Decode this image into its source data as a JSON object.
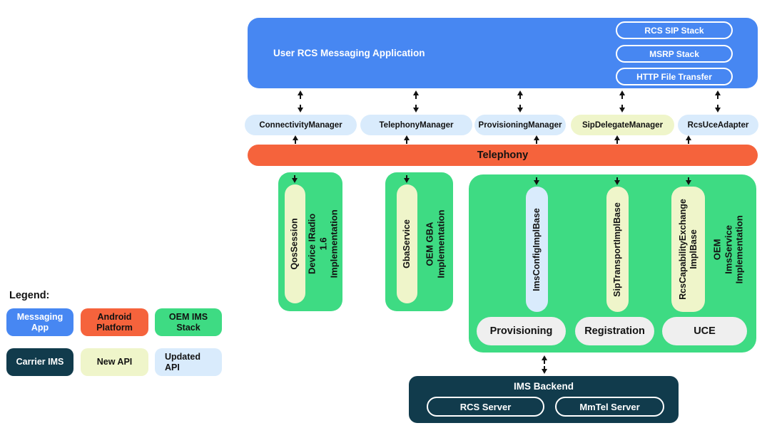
{
  "colors": {
    "messaging_app_blue": "#4787F2",
    "android_platform_orange": "#F5633C",
    "oem_ims_green": "#3EDB83",
    "carrier_ims_dark": "#113B4C",
    "new_api_yellow": "#EFF5CA",
    "updated_api_blue": "#D9EBFC",
    "function_pill_gray": "#EFEFEF"
  },
  "app": {
    "title": "User RCS Messaging Application",
    "stacks": [
      "RCS SIP Stack",
      "MSRP Stack",
      "HTTP File Transfer"
    ]
  },
  "managers": [
    {
      "label": "ConnectivityManager",
      "type": "updated"
    },
    {
      "label": "TelephonyManager",
      "type": "updated"
    },
    {
      "label": "ProvisioningManager",
      "type": "updated"
    },
    {
      "label": "SipDelegateManager",
      "type": "new"
    },
    {
      "label": "RcsUceAdapter",
      "type": "updated"
    }
  ],
  "telephony": {
    "label": "Telephony"
  },
  "device_radio_box": {
    "api_pill": "QosSession",
    "impl_label": "Device IRadio 1.6\nImplementation"
  },
  "gba_box": {
    "api_pill": "GbaService",
    "impl_label": "OEM GBA\nImplementation"
  },
  "ims_service_box": {
    "api_pills": [
      {
        "label": "ImsConfigImplBase",
        "type": "updated"
      },
      {
        "label": "SipTransportImplBase",
        "type": "new"
      },
      {
        "label": "RcsCapabilityExchange\nImplBase",
        "type": "new"
      }
    ],
    "impl_label": "OEM ImsService\nImplementation",
    "functions": [
      "Provisioning",
      "Registration",
      "UCE"
    ]
  },
  "ims_backend": {
    "title": "IMS Backend",
    "servers": [
      "RCS Server",
      "MmTel Server"
    ]
  },
  "legend": {
    "title": "Legend:",
    "items": [
      {
        "label": "Messaging\nApp",
        "swatch": "messaging_app_blue"
      },
      {
        "label": "Android\nPlatform",
        "swatch": "android_platform_orange"
      },
      {
        "label": "OEM IMS\nStack",
        "swatch": "oem_ims_green"
      },
      {
        "label": "Carrier IMS",
        "swatch": "carrier_ims_dark"
      },
      {
        "label": "New API",
        "swatch": "new_api_yellow"
      },
      {
        "label": "Updated\nAPI",
        "swatch": "updated_api_blue"
      }
    ]
  }
}
